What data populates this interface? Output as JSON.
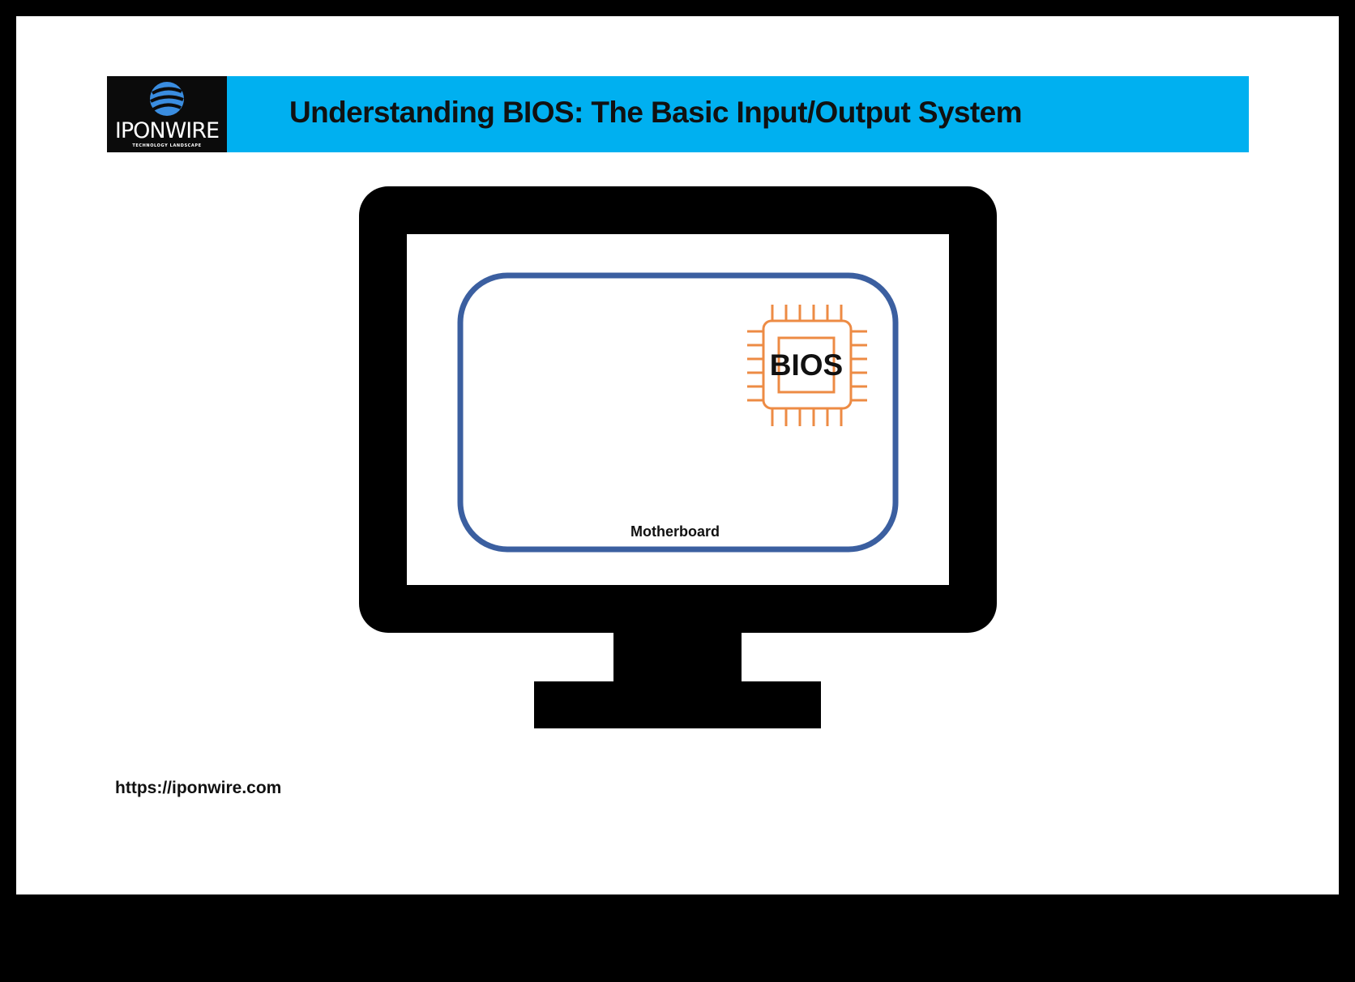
{
  "page": {
    "title": "Understanding BIOS: The Basic Input/Output System",
    "url": "https://iponwire.com"
  },
  "logo": {
    "name": "IPONWIRE",
    "tagline": "TECHNOLOGY LANDSCAPE"
  },
  "diagram": {
    "board_label": "Motherboard",
    "chip_label": "BIOS"
  },
  "colors": {
    "header": "#00b0f0",
    "board_border": "#3b5fa0",
    "chip": "#ed8b44",
    "monitor": "#000000"
  }
}
